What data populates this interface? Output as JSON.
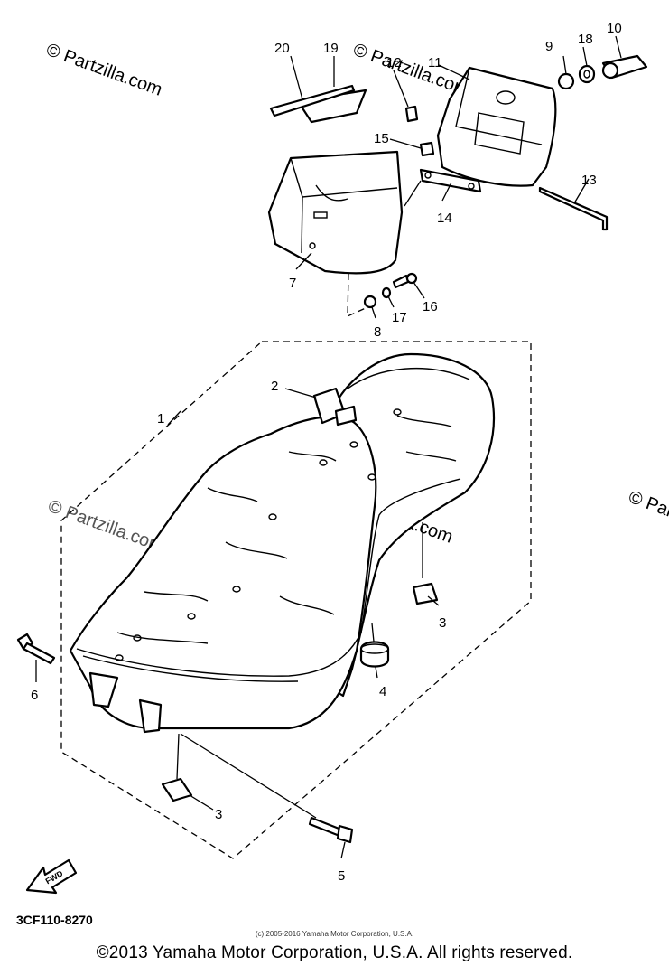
{
  "diagram": {
    "code": "3CF110-8270",
    "small_copyright": "(c) 2005-2016 Yamaha Motor Corporation, U.S.A.",
    "watermark": "© Partzilla.com",
    "fwd_label": "FWD",
    "callouts": [
      "1",
      "2",
      "3",
      "3",
      "4",
      "5",
      "6",
      "7",
      "8",
      "9",
      "10",
      "11",
      "12",
      "13",
      "14",
      "15",
      "16",
      "17",
      "18",
      "19",
      "20"
    ]
  },
  "footer": {
    "copyright": "©2013 Yamaha Motor Corporation, U.S.A. All rights reserved."
  }
}
